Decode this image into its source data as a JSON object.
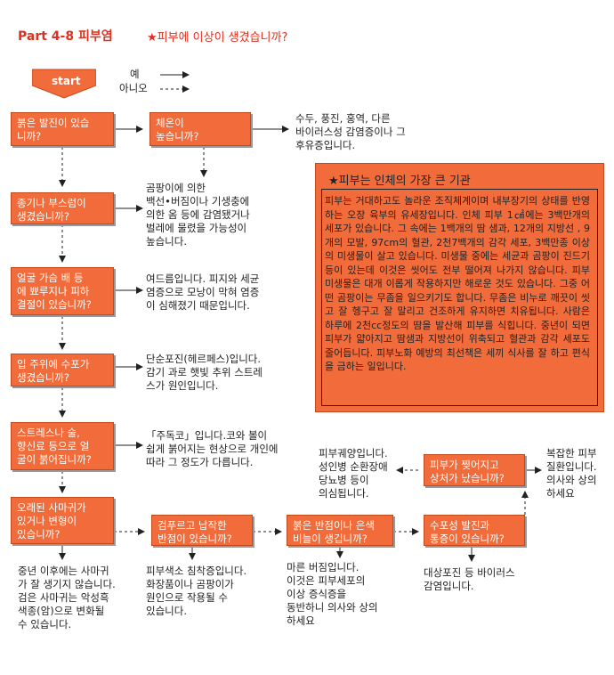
{
  "header": {
    "title": "Part 4-8 피부염",
    "subtitle": "★피부에 이상이 생겼습니까?"
  },
  "start": {
    "label": "start"
  },
  "legend": {
    "yes": "예",
    "no": "아니오"
  },
  "questions": {
    "q1": "붉은 발진이 있습\n니까?",
    "q2": "체온이\n높습니까?",
    "q3": "종기나 부스럼이\n생겼습니까?",
    "q4": "얼굴 가슴 배 등\n에 뾰루지나 피하\n결절이 있습니까?",
    "q5": "입 주위에 수포가\n생겼습니까?",
    "q6": "스트레스나 술,\n향신료 등으로 얼\n굴이 붉어집니까?",
    "q7": "오래된 사마귀가\n있거나 변형이\n있습니까?",
    "q8": "검푸르고 납작한\n반점이 있습니까?",
    "q9": "붉은 반점이나 은색\n비늘이 생깁니까?",
    "q10": "수포성 발진과\n통증이 있습니까?",
    "q11": "피부가 찢어지고\n상처가 났습니까?"
  },
  "answers": {
    "a_q2_yes": "수두, 풍진, 홍역, 다른\n바이러스성 감염증이나 그\n후유증입니다.",
    "a_q3": "곰팡이에 의한\n백선•버짐이나 기생충에\n의한 옴 등에 감염됐거나\n벌레에 물렸을 가능성이\n높습니다.",
    "a_q4": "여드름입니다. 피지와 세균\n염증으로 모낭이 막혀 염증\n이 심해졌기 때문입니다.",
    "a_q5": "단순포진(헤르페스)입니다.\n감기 과로 햇빛 추위 스트레\n스가 원인입니다.",
    "a_q6": "「주독코」입니다.코와 볼이\n쉽게 붉어지는 현상으로 개인에\n따라 그 정도가 다릅니다.",
    "a_q7": "중년 이후에는 사마귀\n가 잘 생기지 않습니다.\n검은 사마귀는 악성흑\n색종(암)으로 변화될\n수 있습니다.",
    "a_q8": "피부색소 침착증입니다.\n화장품이나 곰팡이가\n원인으로 작용될 수\n있습니다.",
    "a_q9": "마른 버짐입니다.\n이것은 피부세포의\n이상 증식증을\n동반하니 의사와 상의\n하세요",
    "a_q10": "대상포진 등 바이러스\n감염입니다.",
    "a_q11_yes": "복잡한 피부\n질환입니다.\n의사와 상의\n하세요",
    "a_q11_no": "피부궤양입니다.\n성인병 순환장애\n당뇨병 등이\n의심됩니다."
  },
  "info": {
    "title": "★피부는 인체의 가장 큰 기관",
    "text": "피부는 거대하고도 놀라운 조직체계이며 내부장기의 상태를 반영하는 오장 육부의 유세장입니다. 인체 피부 1㎠에는 3백만개의 세포가 있습니다. 그 속에는 1백개의 땀 샘과, 12개의 지방선 , 9개의 모발, 97cm의 혈관, 2천7백개의 감각 세포, 3백만종 이상의 미생물이 살고 있습니다. 미생물 중에는 세균과 곰팡이 진드기 등이 있는데 이것은 씻어도 전부 떨어져 나가지 않습니다. 피부 미생물은 대개 이롭게 작용하지만 해로운 것도 있습니다. 그중 어떤 곰팡이는 무좀을 일으키기도 합니다. 무좀은 비누로 깨끗이 씻고 잘 헹구고 잘 말리고 건조하게 유지하면 치유됩니다. 사람은 하루에 2천cc정도의 땀을 발산해 피부를 식힙니다. 중년이 되면 피부가 얇아지고 땀샘과 지방선이 위축되고 혈관과 감각 세포도 줄어듭니다. 피부노화 예방의 최선책은 세끼 식사를 잘 하고 편식을 금하는 일입니다."
  }
}
